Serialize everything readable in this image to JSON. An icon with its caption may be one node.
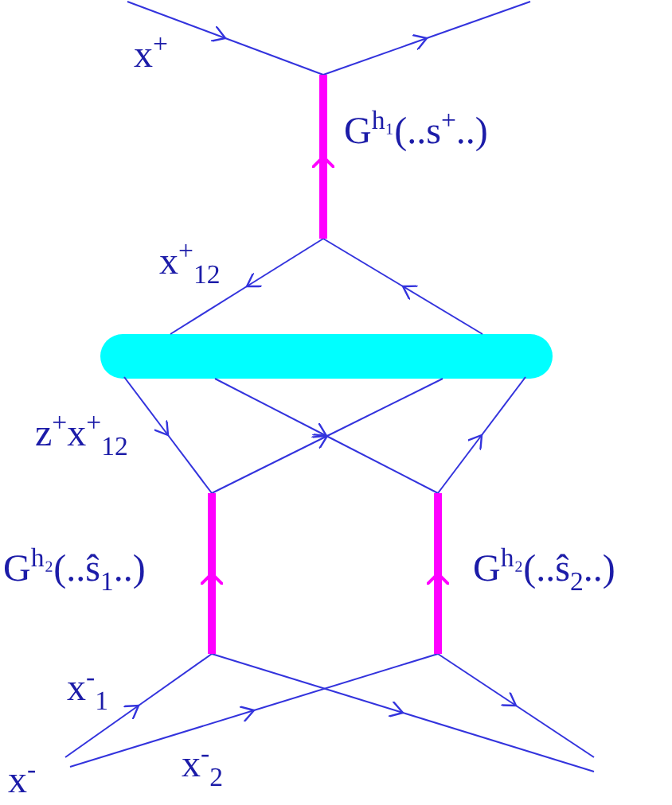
{
  "diagram": {
    "labels": [
      "x$^{+}$",
      "G$^{h₁}$(..s$^{+}$..)",
      "x$^{+}$$_{12}$",
      "z$^{+}$x$^{+}$$_{12}$",
      "G$^{h₂}$(..ŝ$_{1}$..)",
      "G$^{h₂}$(..ŝ$_{2}$..)",
      "x$^{-}$$_{1}$",
      "x$^{-}$",
      "x$^{-}$$_{2}$"
    ]
  }
}
